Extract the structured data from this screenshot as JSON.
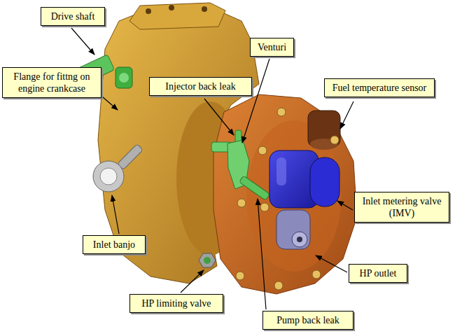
{
  "diagram": {
    "nodes": [
      {
        "text": [
          "Drive shaft"
        ]
      },
      {
        "text": [
          "Venturi"
        ]
      },
      {
        "text": [
          "Injector back leak"
        ]
      },
      {
        "text": [
          "Fuel temperature sensor"
        ]
      },
      {
        "text": [
          "Flange for fittng on engine crankcase"
        ]
      },
      {
        "text": [
          "Inlet metering valve (IMV)"
        ]
      },
      {
        "text": [
          "Inlet banjo"
        ]
      },
      {
        "text": [
          "HP outlet"
        ]
      },
      {
        "text": [
          "HP limiting valve"
        ]
      },
      {
        "text": [
          "Pump back leak"
        ]
      }
    ]
  }
}
